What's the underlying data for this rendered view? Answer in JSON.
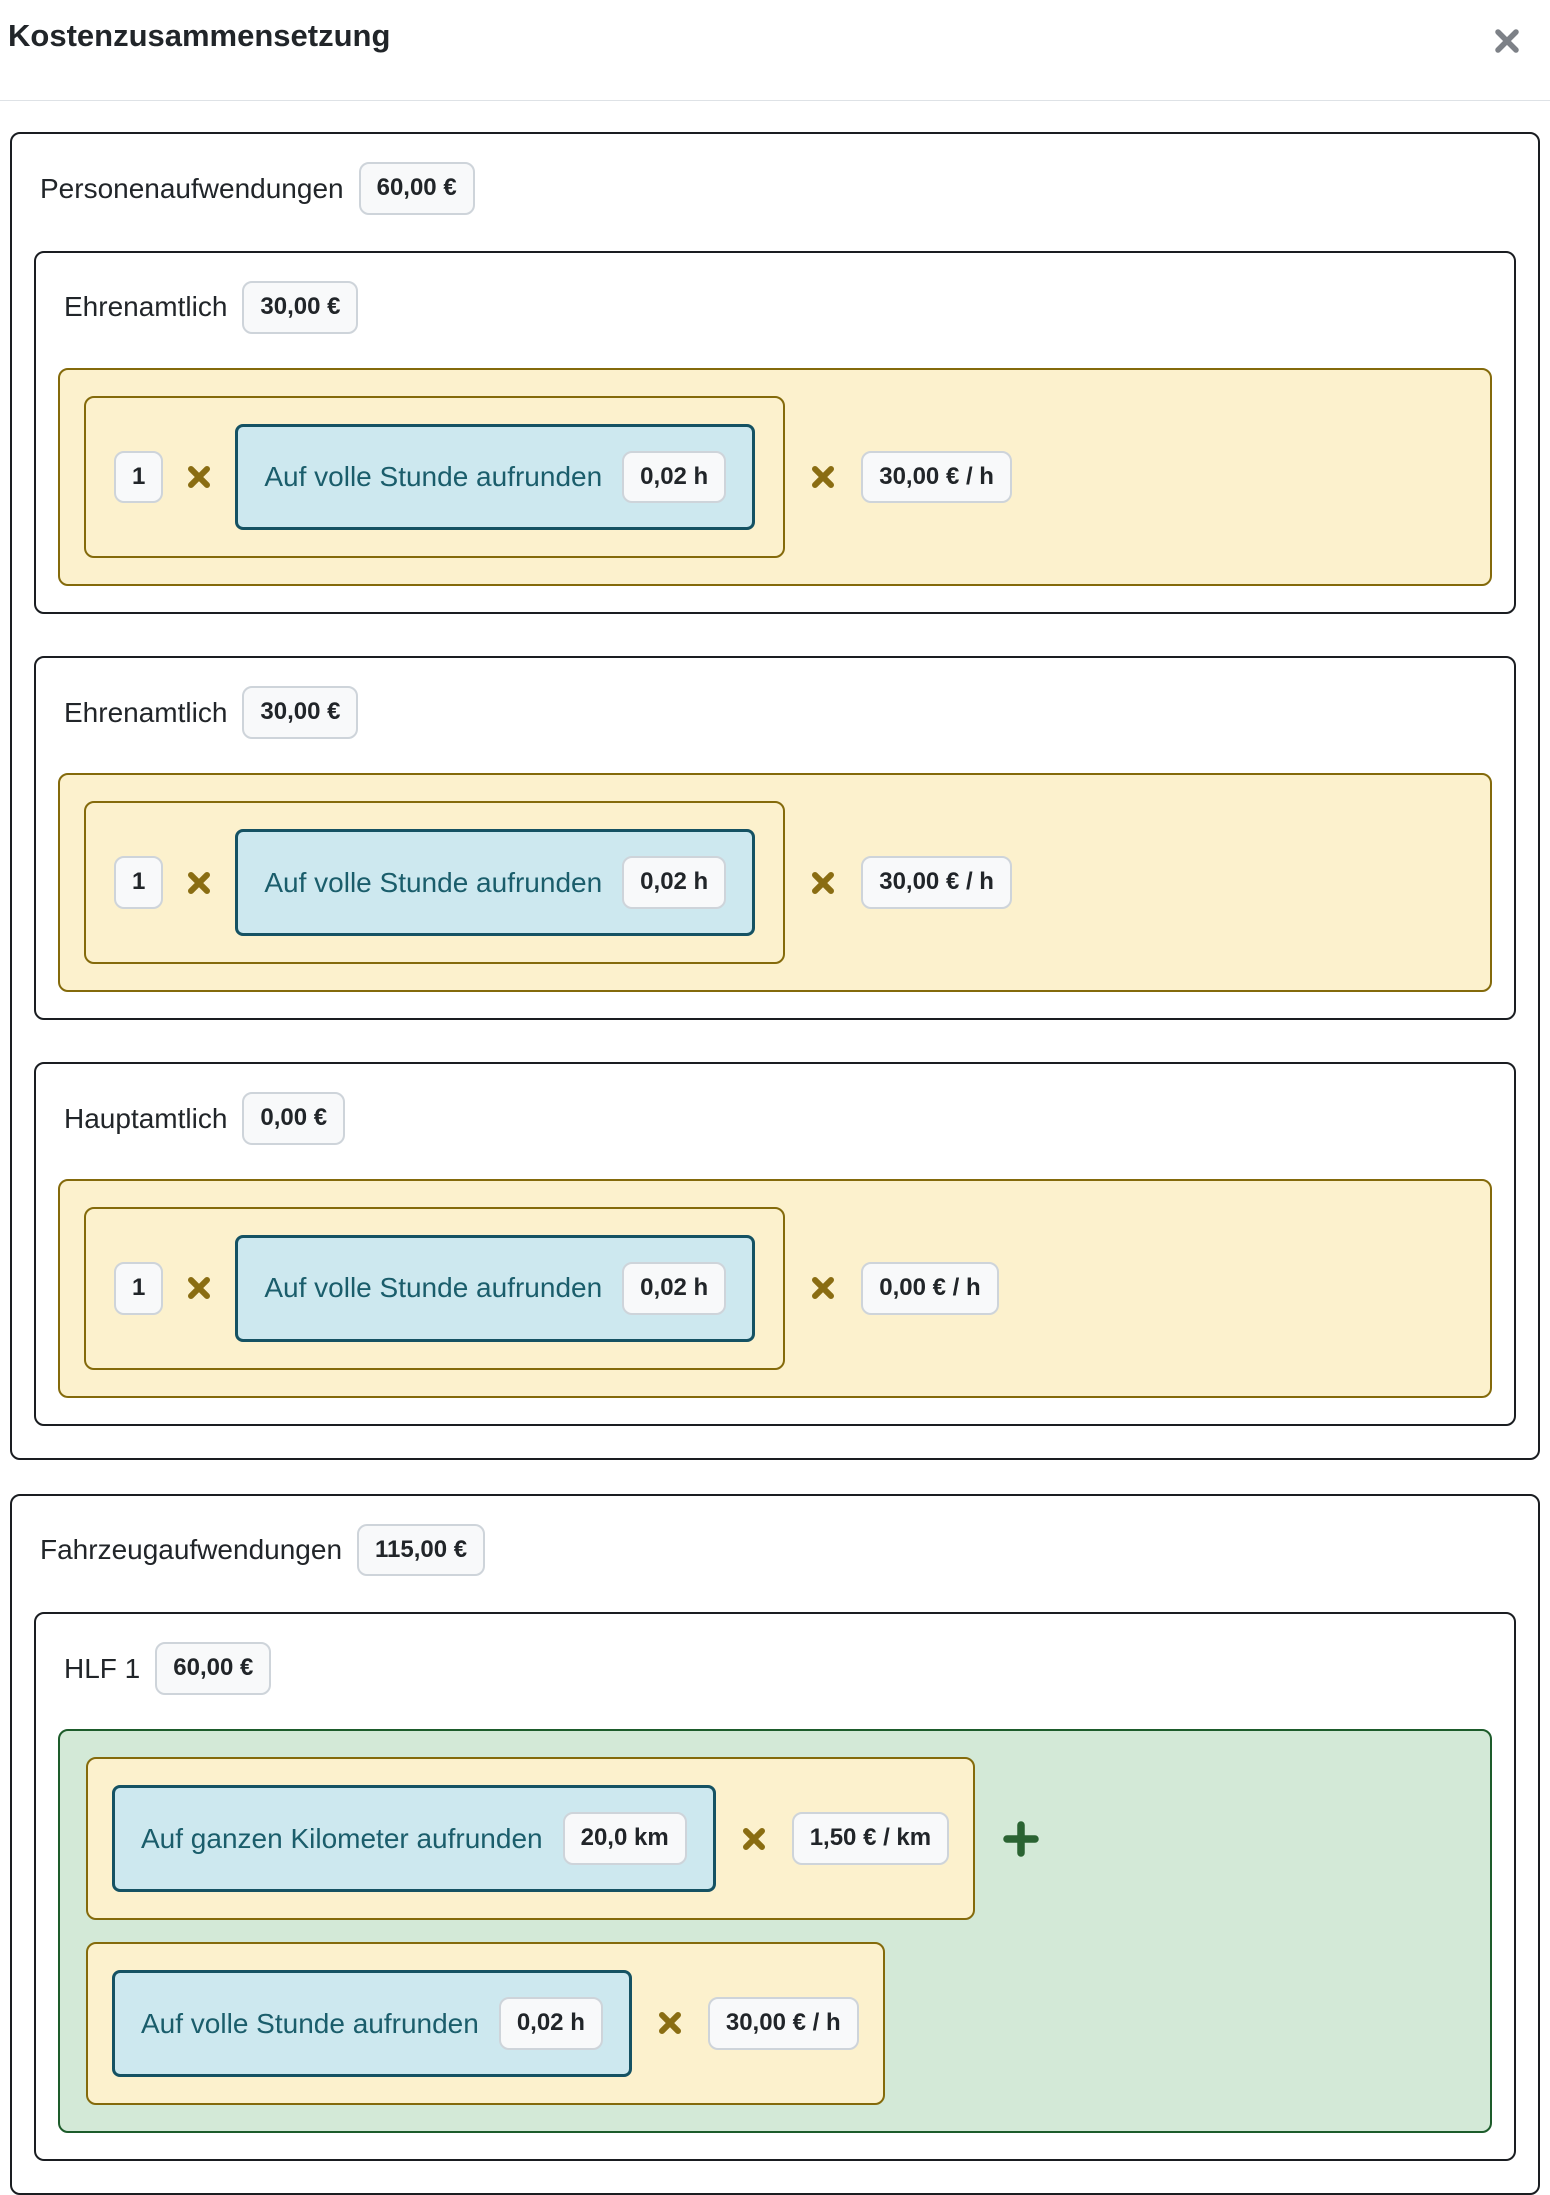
{
  "modal": {
    "title": "Kostenzusammensetzung"
  },
  "icons": {
    "close": "multiplication-x",
    "multiply": "multiplication-x",
    "plus": "plus-sign"
  },
  "sections": [
    {
      "label": "Personenaufwendungen",
      "total": "60,00 €",
      "groups": [
        {
          "label": "Ehrenamtlich",
          "total": "30,00 €",
          "count": "1",
          "round_label": "Auf volle Stunde aufrunden",
          "round_value": "0,02 h",
          "rate": "30,00 € / h"
        },
        {
          "label": "Ehrenamtlich",
          "total": "30,00 €",
          "count": "1",
          "round_label": "Auf volle Stunde aufrunden",
          "round_value": "0,02 h",
          "rate": "30,00 € / h"
        },
        {
          "label": "Hauptamtlich",
          "total": "0,00 €",
          "count": "1",
          "round_label": "Auf volle Stunde aufrunden",
          "round_value": "0,02 h",
          "rate": "0,00 € / h"
        }
      ]
    },
    {
      "label": "Fahrzeugaufwendungen",
      "total": "115,00 €",
      "vehicle": {
        "label": "HLF 1",
        "total": "60,00 €",
        "rows": [
          {
            "round_label": "Auf ganzen Kilometer aufrunden",
            "round_value": "20,0 km",
            "rate": "1,50 € / km"
          },
          {
            "round_label": "Auf volle Stunde aufrunden",
            "round_value": "0,02 h",
            "rate": "30,00 € / h"
          }
        ]
      }
    }
  ],
  "colors": {
    "divider": "#dee2e6",
    "box_border": "#1a1d21",
    "badge_bg": "#f8f9fa",
    "badge_border": "#ced4da",
    "badge_text": "#212529",
    "yellow_bg": "#fcf1cd",
    "yellow_border": "#846a0b",
    "multiply_icon": "#8a6d12",
    "teal_bg": "#cde8ef",
    "teal_border": "#155263",
    "teal_text": "#1a5d6b",
    "green_bg": "#d3e9d7",
    "green_border": "#1d5c2b",
    "plus_icon": "#2a6332",
    "close_icon": "#7d8187"
  }
}
